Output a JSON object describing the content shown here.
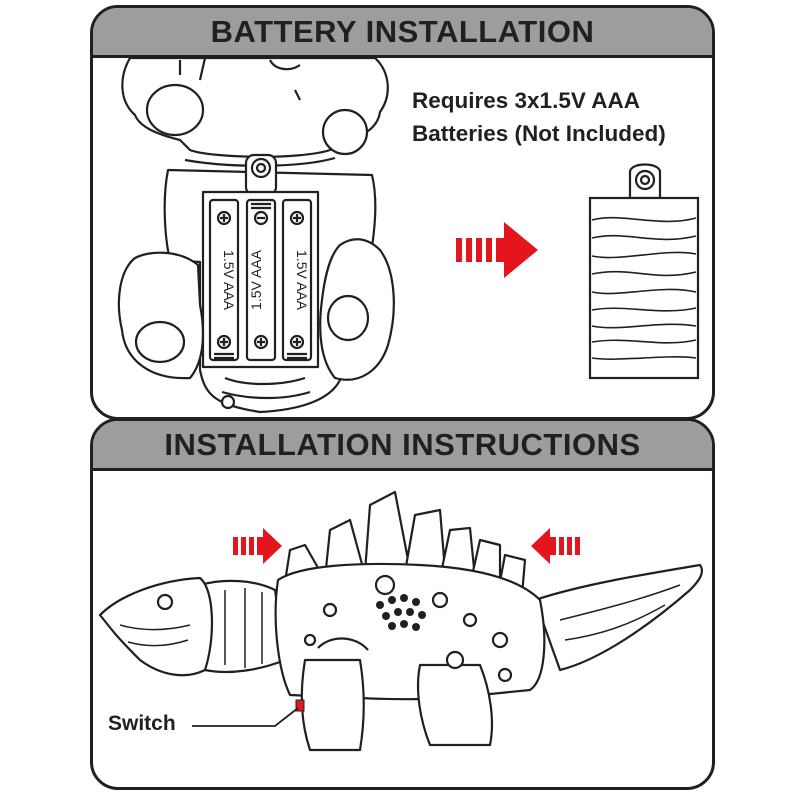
{
  "battery_section": {
    "title": "BATTERY INSTALLATION",
    "requirement_line1": "Requires 3x1.5V AAA",
    "requirement_line2": "Batteries (Not Included)",
    "battery_labels": [
      "1.5V AAA",
      "1.5V AAA",
      "1.5V AAA"
    ]
  },
  "install_section": {
    "title": "INSTALLATION INSTRUCTIONS",
    "switch_label": "Switch"
  },
  "colors": {
    "header": "#9d9d9d",
    "arrow": "#e4151d",
    "ink": "#231f20"
  }
}
